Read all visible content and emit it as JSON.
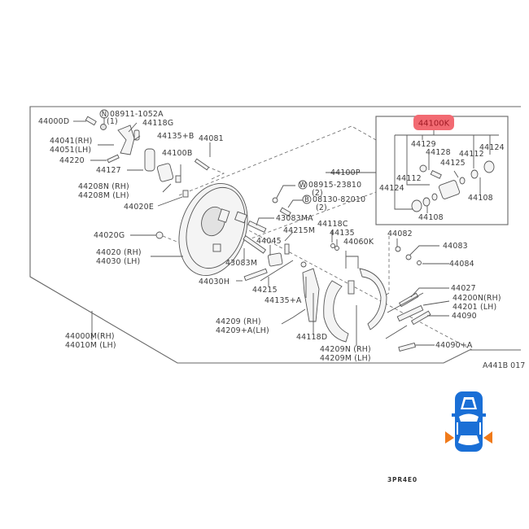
{
  "diagram": {
    "highlighted_part": "44100K",
    "diagram_code": "A441B 017",
    "footer_code": "3PR4E0",
    "colors": {
      "highlight": "#f26a72",
      "car_body": "#1a6fd6",
      "position_marker": "#f07a1a"
    },
    "labels": {
      "p44000D": "44000D",
      "p08911": "08911-1052A",
      "p08911_qty": "(1)",
      "p44118G": "44118G",
      "p44135B": "44135+B",
      "p44041": "44041(RH)",
      "p44051": "44051(LH)",
      "p44081": "44081",
      "p44100B": "44100B",
      "p44220": "44220",
      "p44127": "44127",
      "p44208N": "44208N (RH)",
      "p44208M": "44208M (LH)",
      "p44020E": "44020E",
      "p44020G": "44020G",
      "p44020": "44020 (RH)",
      "p44030": "44030 (LH)",
      "p44000M": "44000M(RH)",
      "p44010M": "44010M (LH)",
      "p44100P": "44100P",
      "p08915": "08915-23810",
      "p08915_qty": "(2)",
      "p08130": "08130-82010",
      "p08130_qty": "(2)",
      "p43083MA": "43083MA",
      "p44215M": "44215M",
      "p44118C": "44118C",
      "p44135": "44135",
      "p44060K": "44060K",
      "p44045": "44045",
      "p43083M": "43083M",
      "p44030H": "44030H",
      "p44215": "44215",
      "p44135A": "44135+A",
      "p44209": "44209   (RH)",
      "p44209A": "44209+A(LH)",
      "p44118D": "44118D",
      "p44209N": "44209N (RH)",
      "p44209M": "44209M (LH)",
      "p44082": "44082",
      "p44083": "44083",
      "p44084": "44084",
      "p44027": "44027",
      "p44200N": "44200N(RH)",
      "p44201": "44201  (LH)",
      "p44090": "44090",
      "p44090A": "44090+A",
      "inset_44129": "44129",
      "inset_44128": "44128",
      "inset_44112a": "44112",
      "inset_44124a": "44124",
      "inset_44125": "44125",
      "inset_44112b": "44112",
      "inset_44124b": "44124",
      "inset_44108a": "44108",
      "inset_44108b": "44108"
    },
    "symbols": {
      "n": "N",
      "w": "W",
      "b": "B"
    }
  }
}
